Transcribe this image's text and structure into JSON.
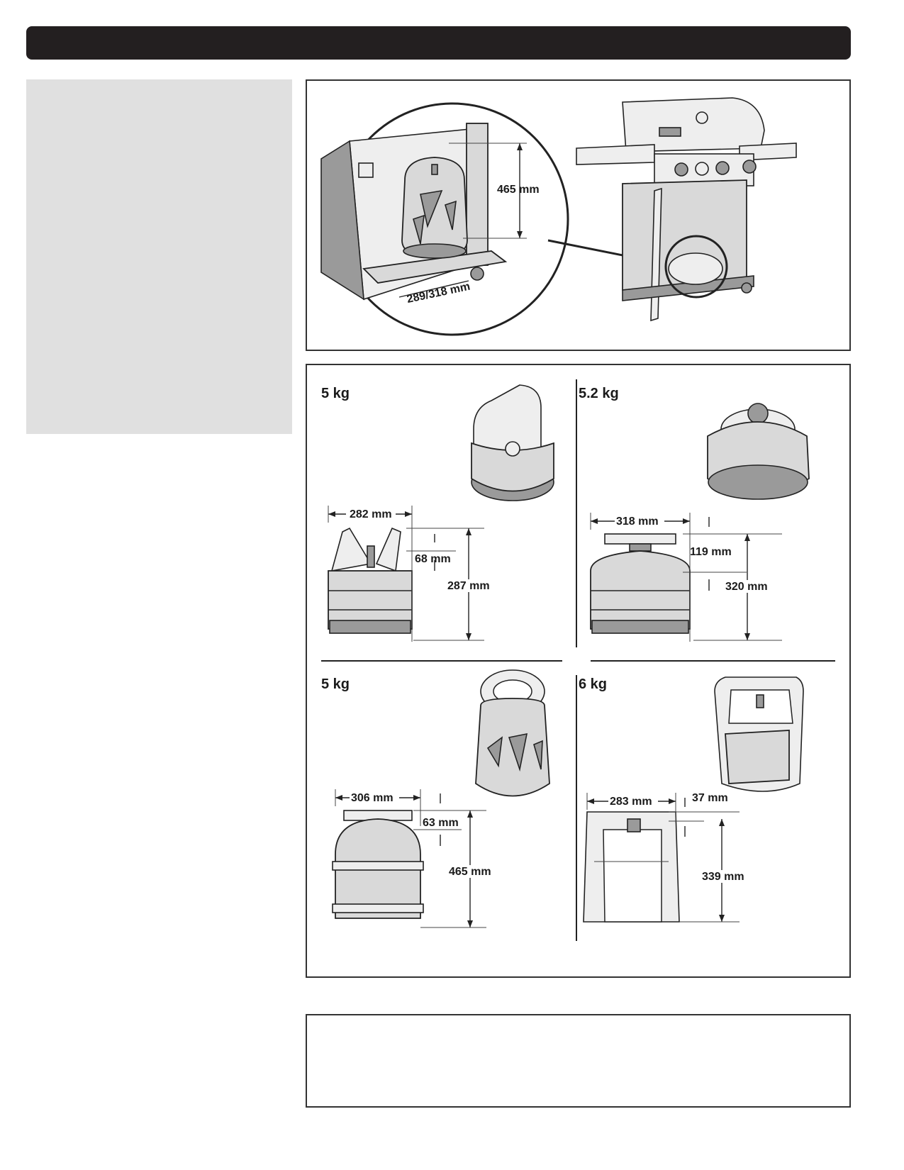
{
  "grill_figure": {
    "height_label": "465 mm",
    "width_label": "289/318 mm"
  },
  "tanks": [
    {
      "weight": "5 kg",
      "width": "282 mm",
      "top": "68 mm",
      "height": "287 mm"
    },
    {
      "weight": "5.2 kg",
      "width": "318 mm",
      "top": "119 mm",
      "height": "320 mm"
    },
    {
      "weight": "5 kg",
      "width": "306 mm",
      "top": "63 mm",
      "height": "465 mm"
    },
    {
      "weight": "6 kg",
      "width": "283 mm",
      "top": "37 mm",
      "height": "339 mm"
    }
  ]
}
